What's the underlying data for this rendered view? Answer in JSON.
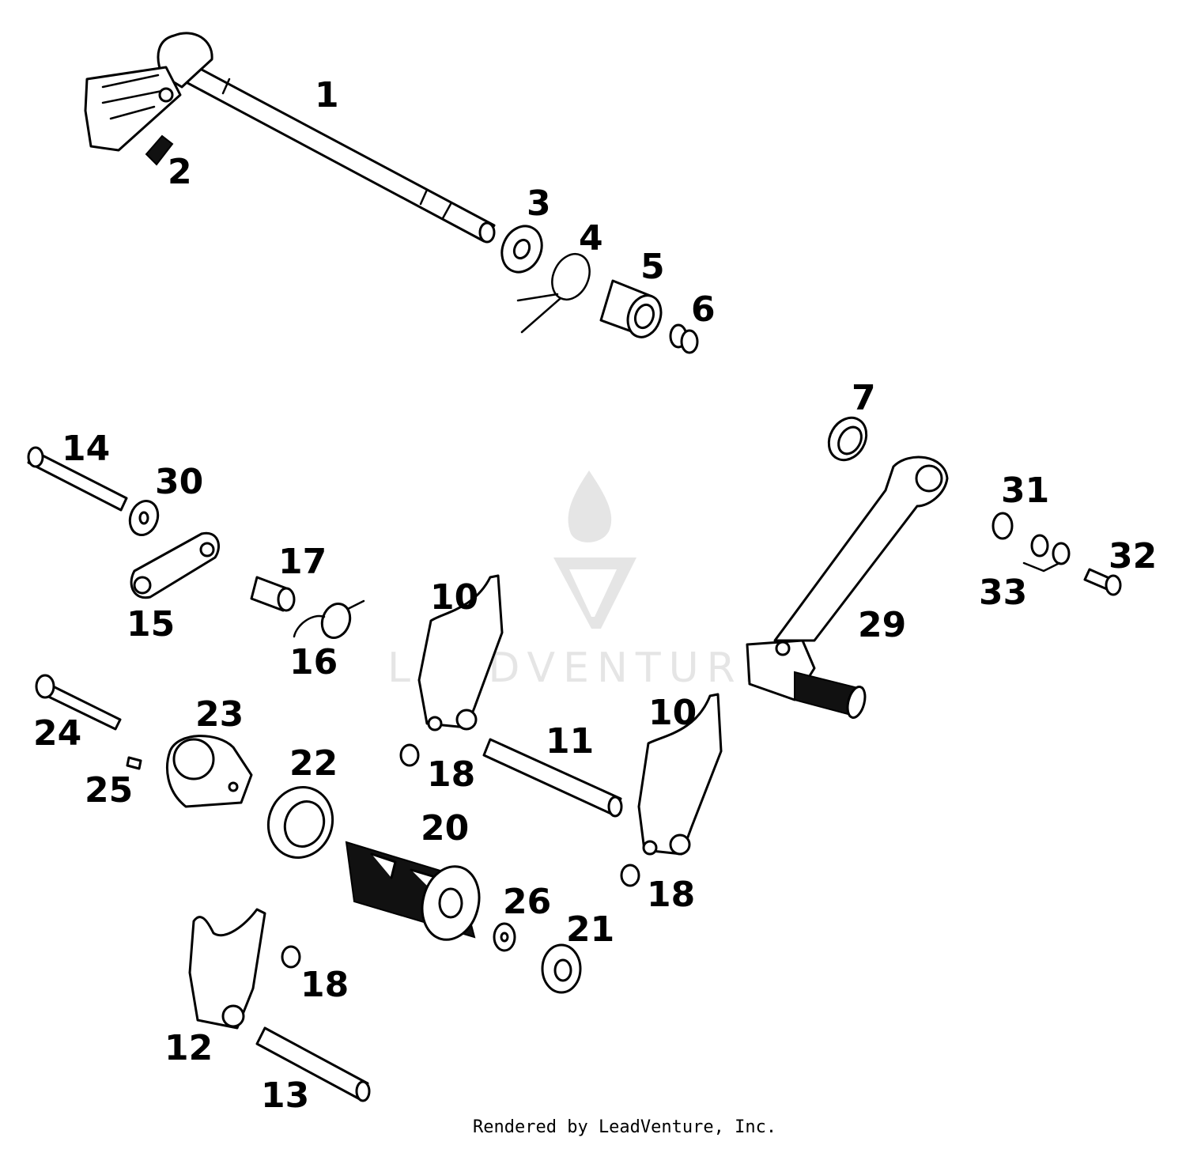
{
  "callouts": [
    {
      "id": "c1",
      "label": "1"
    },
    {
      "id": "c2",
      "label": "2"
    },
    {
      "id": "c3",
      "label": "3"
    },
    {
      "id": "c4",
      "label": "4"
    },
    {
      "id": "c5",
      "label": "5"
    },
    {
      "id": "c6",
      "label": "6"
    },
    {
      "id": "c7",
      "label": "7"
    },
    {
      "id": "c10a",
      "label": "10"
    },
    {
      "id": "c10b",
      "label": "10"
    },
    {
      "id": "c11",
      "label": "11"
    },
    {
      "id": "c12",
      "label": "12"
    },
    {
      "id": "c13",
      "label": "13"
    },
    {
      "id": "c14",
      "label": "14"
    },
    {
      "id": "c15",
      "label": "15"
    },
    {
      "id": "c16",
      "label": "16"
    },
    {
      "id": "c17",
      "label": "17"
    },
    {
      "id": "c18a",
      "label": "18"
    },
    {
      "id": "c18b",
      "label": "18"
    },
    {
      "id": "c18c",
      "label": "18"
    },
    {
      "id": "c20",
      "label": "20"
    },
    {
      "id": "c21",
      "label": "21"
    },
    {
      "id": "c22",
      "label": "22"
    },
    {
      "id": "c23",
      "label": "23"
    },
    {
      "id": "c24",
      "label": "24"
    },
    {
      "id": "c25",
      "label": "25"
    },
    {
      "id": "c26",
      "label": "26"
    },
    {
      "id": "c29",
      "label": "29"
    },
    {
      "id": "c30",
      "label": "30"
    },
    {
      "id": "c31",
      "label": "31"
    },
    {
      "id": "c32",
      "label": "32"
    },
    {
      "id": "c33",
      "label": "33"
    }
  ],
  "watermark": {
    "text": "LEADVENTURE"
  },
  "footer": {
    "text": "Rendered by LeadVenture, Inc."
  }
}
